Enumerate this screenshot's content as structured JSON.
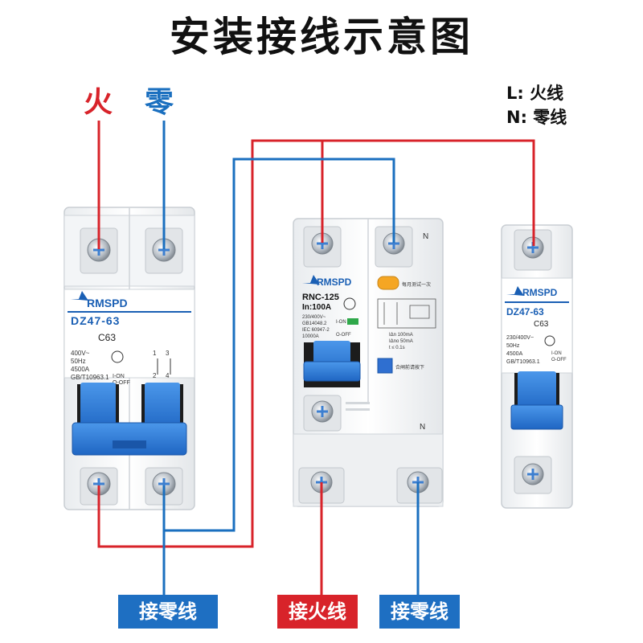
{
  "title": "安装接线示意图",
  "wire_labels": {
    "live": "火",
    "neutral": "零"
  },
  "legend": {
    "L": "L: 火线",
    "N": "N: 零线"
  },
  "colors": {
    "live": "#d8232a",
    "neutral": "#1a6fbf",
    "handle": "#2f7fd8"
  },
  "breaker_left": {
    "brand": "RMSPD",
    "model": "DZ47-63",
    "rating": "C63",
    "specs": [
      "400V~",
      "50Hz",
      "4500A",
      "GB/T10963.1"
    ],
    "on_label": "I-ON",
    "off_label": "O-OFF",
    "terminals_top": [
      "1",
      "3"
    ],
    "terminals_bottom": [
      "2",
      "4"
    ]
  },
  "breaker_middle": {
    "brand": "RMSPD",
    "model": "RNC-125",
    "rating": "In:100A",
    "specs": [
      "230/400V~",
      "GB14048.2",
      "IEC 60947-2",
      "10000A"
    ],
    "on_label": "I-ON",
    "off_label": "O-OFF",
    "test_label": "每月测试一次",
    "reset_label": "合闸前请按下",
    "params": [
      "IΔn 100mA",
      "IΔno 50mA",
      "t ≤ 0.1s"
    ],
    "n_top": "N",
    "n_bottom": "N"
  },
  "breaker_right": {
    "brand": "RMSPD",
    "model": "DZ47-63",
    "rating": "C63",
    "specs": [
      "230/400V~",
      "50Hz",
      "4500A",
      "GB/T10963.1"
    ],
    "on_label": "I-ON",
    "off_label": "O-OFF"
  },
  "tags": {
    "left": "接零线",
    "middle": "接火线",
    "right": "接零线"
  }
}
